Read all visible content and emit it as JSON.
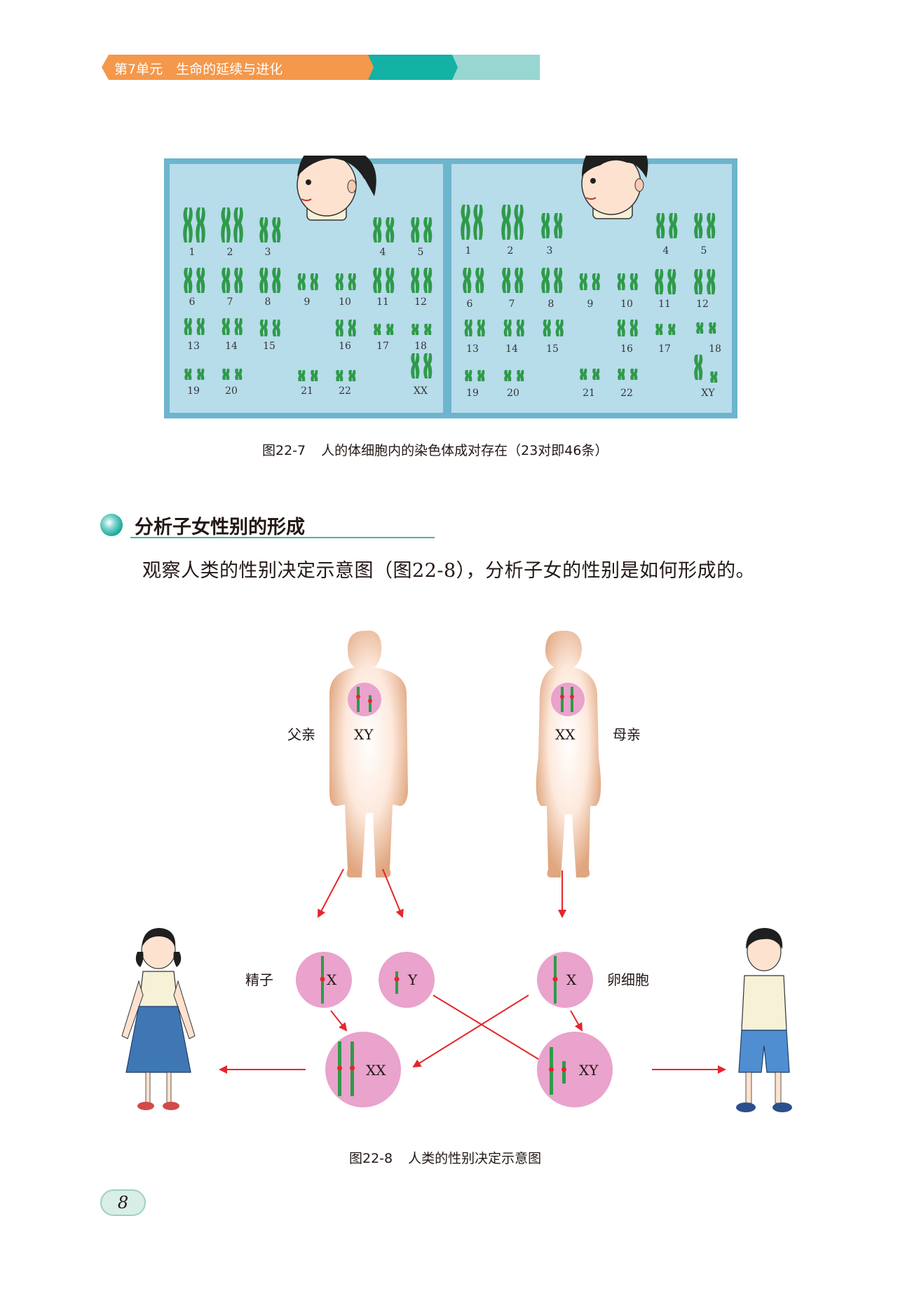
{
  "header": {
    "unit_label": "第7单元　生命的延续与进化",
    "colors": {
      "orange": "#f4984b",
      "teal": "#13b2a4",
      "light_teal": "#98d6d1"
    }
  },
  "karyotype_figure": {
    "female_numbers": [
      "1",
      "2",
      "3",
      "4",
      "5",
      "6",
      "7",
      "8",
      "9",
      "10",
      "11",
      "12",
      "13",
      "14",
      "15",
      "16",
      "17",
      "18",
      "19",
      "20",
      "21",
      "22",
      "XX"
    ],
    "male_numbers": [
      "1",
      "2",
      "3",
      "4",
      "5",
      "6",
      "7",
      "8",
      "9",
      "10",
      "11",
      "12",
      "13",
      "14",
      "15",
      "16",
      "17",
      "18",
      "19",
      "20",
      "21",
      "22",
      "XY"
    ],
    "caption_number": "图22-7",
    "caption_text": "人的体细胞内的染色体成对存在（23对即46条）",
    "colors": {
      "frame": "#6cb5cd",
      "panel": "#b7dcea",
      "chromosome": "#2f9a4a"
    }
  },
  "section": {
    "title": "分析子女性别的形成"
  },
  "body_text": "观察人类的性别决定示意图（图22-8），分析子女的性别是如何形成的。",
  "sex_diagram": {
    "father_label": "父亲",
    "father_chromosomes": "XY",
    "mother_label": "母亲",
    "mother_chromosomes": "XX",
    "sperm_label": "精子",
    "sperm_x": "X",
    "sperm_y": "Y",
    "egg_label": "卵细胞",
    "egg_x": "X",
    "daughter_zygote": "XX",
    "son_zygote": "XY",
    "caption_number": "图22-8",
    "caption_text": "人类的性别决定示意图",
    "colors": {
      "cell": "#e9a3cc",
      "arrow": "#e5262b",
      "body": "#e0a67f"
    }
  },
  "page_number": "8"
}
